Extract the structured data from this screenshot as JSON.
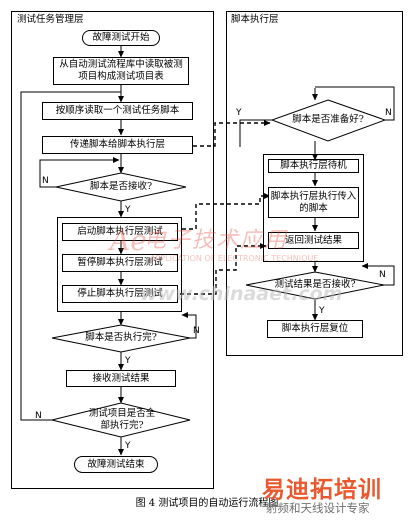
{
  "left_panel": {
    "title": "测试任务管理层",
    "start": "故障测试开始",
    "read_flow": "从自动测试流程库中读取被测项目构成测试项目表",
    "read_seq": "按顺序读取一个测试任务脚本",
    "transmit": "传递脚本给脚本执行层",
    "decision_received": "脚本是否接收?",
    "start_exec": "启动脚本执行层测试",
    "pause_exec": "暂停脚本执行层测试",
    "stop_exec": "停止脚本执行层测试",
    "decision_done": "脚本是否执行完?",
    "receive_result": "接收测试结果",
    "decision_all": "测试项目是否全部执行完?",
    "end": "故障测试结束"
  },
  "right_panel": {
    "title": "脚本执行层",
    "decision_ready": "脚本是否准备好?",
    "wait": "脚本执行层待机",
    "exec_script": "脚本执行层执行传入的脚本",
    "return_result": "返回测试结果",
    "decision_received": "测试结果是否接收?",
    "reset": "脚本执行层复位"
  },
  "labels": {
    "yes": "Y",
    "no": "N"
  },
  "caption": "图 4  测试项目的自动运行流程图",
  "watermarks": {
    "center_cn": "电子技术应用",
    "center_en": "APPLICATION OF ELECTRONIC TECHNIQUE",
    "url": "www.chinaaet.com",
    "brand_cn": "易迪拓培训",
    "brand_sub": "射频和天线设计专家"
  }
}
